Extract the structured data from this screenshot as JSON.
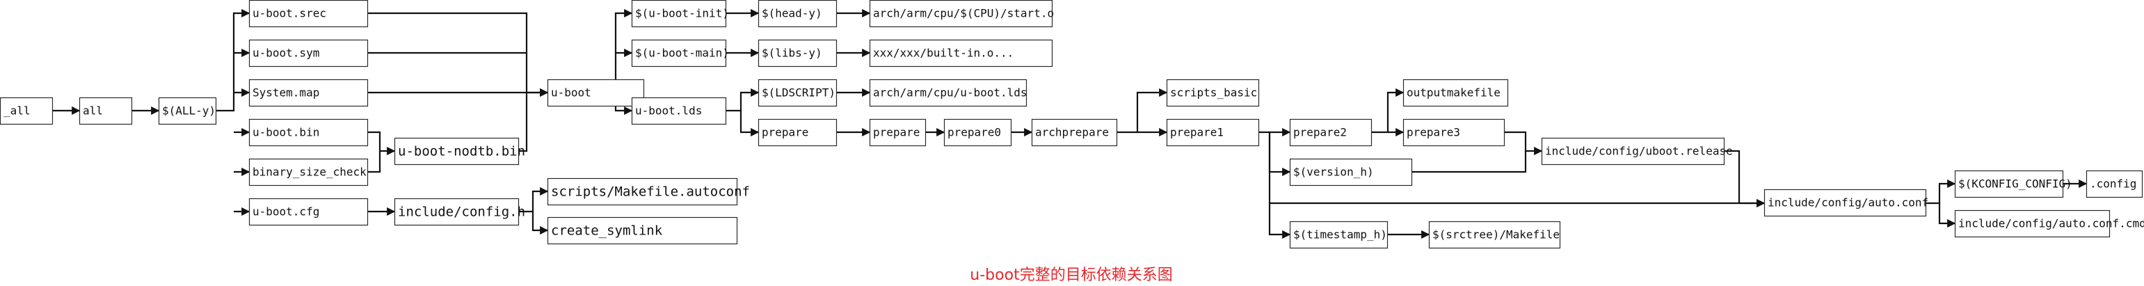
{
  "diagram": {
    "caption": "u-boot完整的目标依赖关系图",
    "nodes": [
      {
        "id": "all_",
        "label": "_all"
      },
      {
        "id": "all",
        "label": "all"
      },
      {
        "id": "ally",
        "label": "$(ALL-y)"
      },
      {
        "id": "srec",
        "label": "u-boot.srec"
      },
      {
        "id": "sym",
        "label": "u-boot.sym"
      },
      {
        "id": "sysmap",
        "label": "System.map"
      },
      {
        "id": "bin",
        "label": "u-boot.bin"
      },
      {
        "id": "bsc",
        "label": "binary_size_check"
      },
      {
        "id": "cfg",
        "label": "u-boot.cfg"
      },
      {
        "id": "nodtb",
        "label": "u-boot-nodtb.bin"
      },
      {
        "id": "configh",
        "label": "include/config.h"
      },
      {
        "id": "autoconf",
        "label": "scripts/Makefile.autoconf"
      },
      {
        "id": "symlink",
        "label": "create_symlink"
      },
      {
        "id": "uboot",
        "label": "u-boot"
      },
      {
        "id": "init",
        "label": "$(u-boot-init)"
      },
      {
        "id": "main",
        "label": "$(u-boot-main)"
      },
      {
        "id": "lds",
        "label": "u-boot.lds"
      },
      {
        "id": "heady",
        "label": "$(head-y)"
      },
      {
        "id": "libsy",
        "label": "$(libs-y)"
      },
      {
        "id": "ldscript",
        "label": "$(LDSCRIPT)"
      },
      {
        "id": "prepare_a",
        "label": "prepare"
      },
      {
        "id": "starto",
        "label": "arch/arm/cpu/$(CPU)/start.o"
      },
      {
        "id": "builtin",
        "label": "xxx/xxx/built-in.o..."
      },
      {
        "id": "archlds",
        "label": "arch/arm/cpu/u-boot.lds"
      },
      {
        "id": "prepare_b",
        "label": "prepare"
      },
      {
        "id": "prepare0",
        "label": "prepare0"
      },
      {
        "id": "archprepare",
        "label": "archprepare"
      },
      {
        "id": "scriptsbasic",
        "label": "scripts_basic"
      },
      {
        "id": "prepare1",
        "label": "prepare1"
      },
      {
        "id": "prepare2",
        "label": "prepare2"
      },
      {
        "id": "versionh",
        "label": "$(version_h)"
      },
      {
        "id": "timestamph",
        "label": "$(timestamp_h)"
      },
      {
        "id": "outputmakefile",
        "label": "outputmakefile"
      },
      {
        "id": "prepare3",
        "label": "prepare3"
      },
      {
        "id": "srctree",
        "label": "$(srctree)/Makefile"
      },
      {
        "id": "release",
        "label": "include/config/uboot.release"
      },
      {
        "id": "autoconfinc",
        "label": "include/config/auto.conf"
      },
      {
        "id": "kconfig",
        "label": "$(KCONFIG_CONFIG)"
      },
      {
        "id": "dotconfig",
        "label": ".config"
      },
      {
        "id": "autoconfcmd",
        "label": "include/config/auto.conf.cmd"
      }
    ]
  }
}
